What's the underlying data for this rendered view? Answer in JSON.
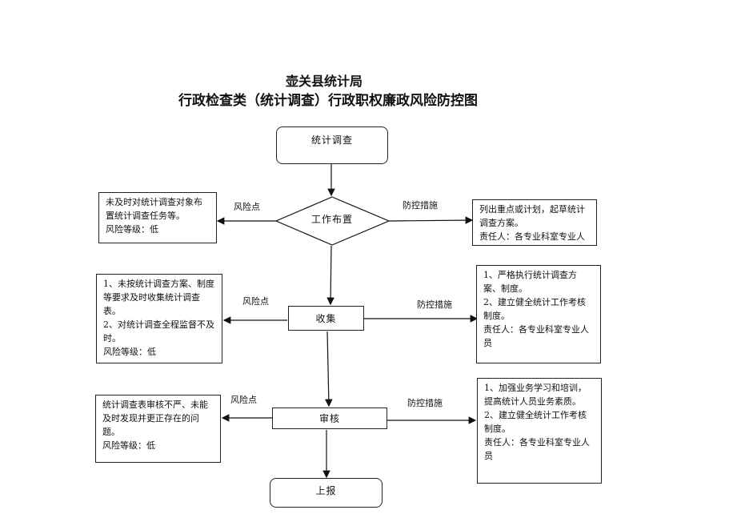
{
  "header": {
    "org": "壶关县统计局",
    "title": "行政检查类（统计调查）行政职权廉政风险防控图"
  },
  "nodes": {
    "start": "统计调查",
    "step1": "工作布置",
    "step2": "收集",
    "step3": "审核",
    "end": "上报"
  },
  "labels": {
    "risk": "风险点",
    "control": "防控措施"
  },
  "risks": [
    {
      "text": "未及时对统计调查对象布置统计调查任务等。\n风险等级：低"
    },
    {
      "text": "1、未按统计调查方案、制度等要求及时收集统计调查表。\n2、对统计调查全程监督不及时。\n风险等级：低"
    },
    {
      "text": "统计调查表审核不严、未能及时发现并更正存在的问题。\n风险等级：低"
    }
  ],
  "controls": [
    {
      "text": "列出重点或计划，起草统计调查方案。\n责任人：各专业科室专业人"
    },
    {
      "text": "1、严格执行统计调查方案、制度。\n2、建立健全统计工作考核制度。\n责任人：各专业科室专业人员"
    },
    {
      "text": "1、加强业务学习和培训，提高统计人员业务素质。\n2、建立健全统计工作考核制度。\n责任人：各专业科室专业人员"
    }
  ]
}
